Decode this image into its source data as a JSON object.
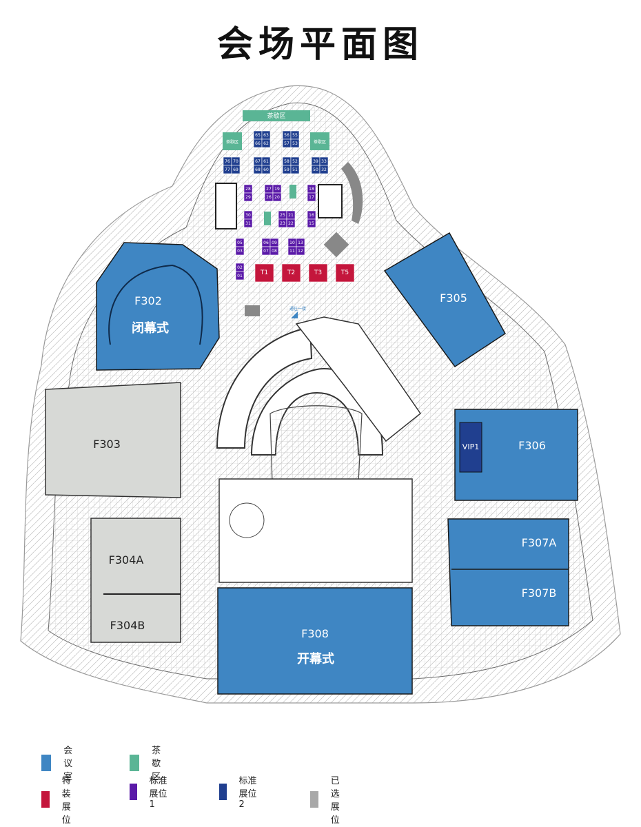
{
  "title": "会场平面图",
  "colors": {
    "meeting": "#3f86c3",
    "tea": "#5ab595",
    "special": "#c4163c",
    "standard1": "#5a1aa8",
    "standard2": "#203f8f",
    "selected": "#a8a8a8",
    "exhibit_grey": "#d7d9d6"
  },
  "rooms": {
    "f302": "F302",
    "f302_sub": "闭幕式",
    "f303": "F303",
    "f304a": "F304A",
    "f304b": "F304B",
    "f305": "F305",
    "f306": "F306",
    "vip1": "VIP1",
    "f307a": "F307A",
    "f307b": "F307B",
    "f308": "F308",
    "f308_sub": "开幕式"
  },
  "tea_areas": {
    "top": "茶歇区",
    "left": "茶歇区",
    "right": "茶歇区"
  },
  "sign": "通往一楼",
  "standard2_booths": [
    [
      "65",
      "63"
    ],
    [
      "66",
      "62"
    ],
    [
      "56",
      "55"
    ],
    [
      "57",
      "53"
    ],
    [
      "76",
      "70"
    ],
    [
      "77",
      "69"
    ],
    [
      "67",
      "61"
    ],
    [
      "68",
      "60"
    ],
    [
      "58",
      "52"
    ],
    [
      "59",
      "51"
    ],
    [
      "39",
      "33"
    ],
    [
      "50",
      "32"
    ]
  ],
  "standard1_booths": [
    "28",
    "27",
    "19",
    "29",
    "26",
    "20",
    "18",
    "17",
    "30",
    "25",
    "21",
    "16",
    "31",
    "23",
    "22",
    "15",
    "05",
    "06",
    "09",
    "10",
    "13",
    "03",
    "07",
    "08",
    "11",
    "12",
    "02",
    "01"
  ],
  "special_booths": [
    "T1",
    "T2",
    "T3",
    "T5"
  ],
  "legend": [
    {
      "label": "会议室",
      "color": "#3f86c3"
    },
    {
      "label": "茶歇区",
      "color": "#5ab595"
    },
    {
      "label": "特装展位",
      "color": "#c4163c"
    },
    {
      "label": "标准展位1",
      "color": "#5a1aa8"
    },
    {
      "label": "标准展位2",
      "color": "#203f8f"
    },
    {
      "label": "已选展位",
      "color": "#a8a8a8"
    }
  ]
}
